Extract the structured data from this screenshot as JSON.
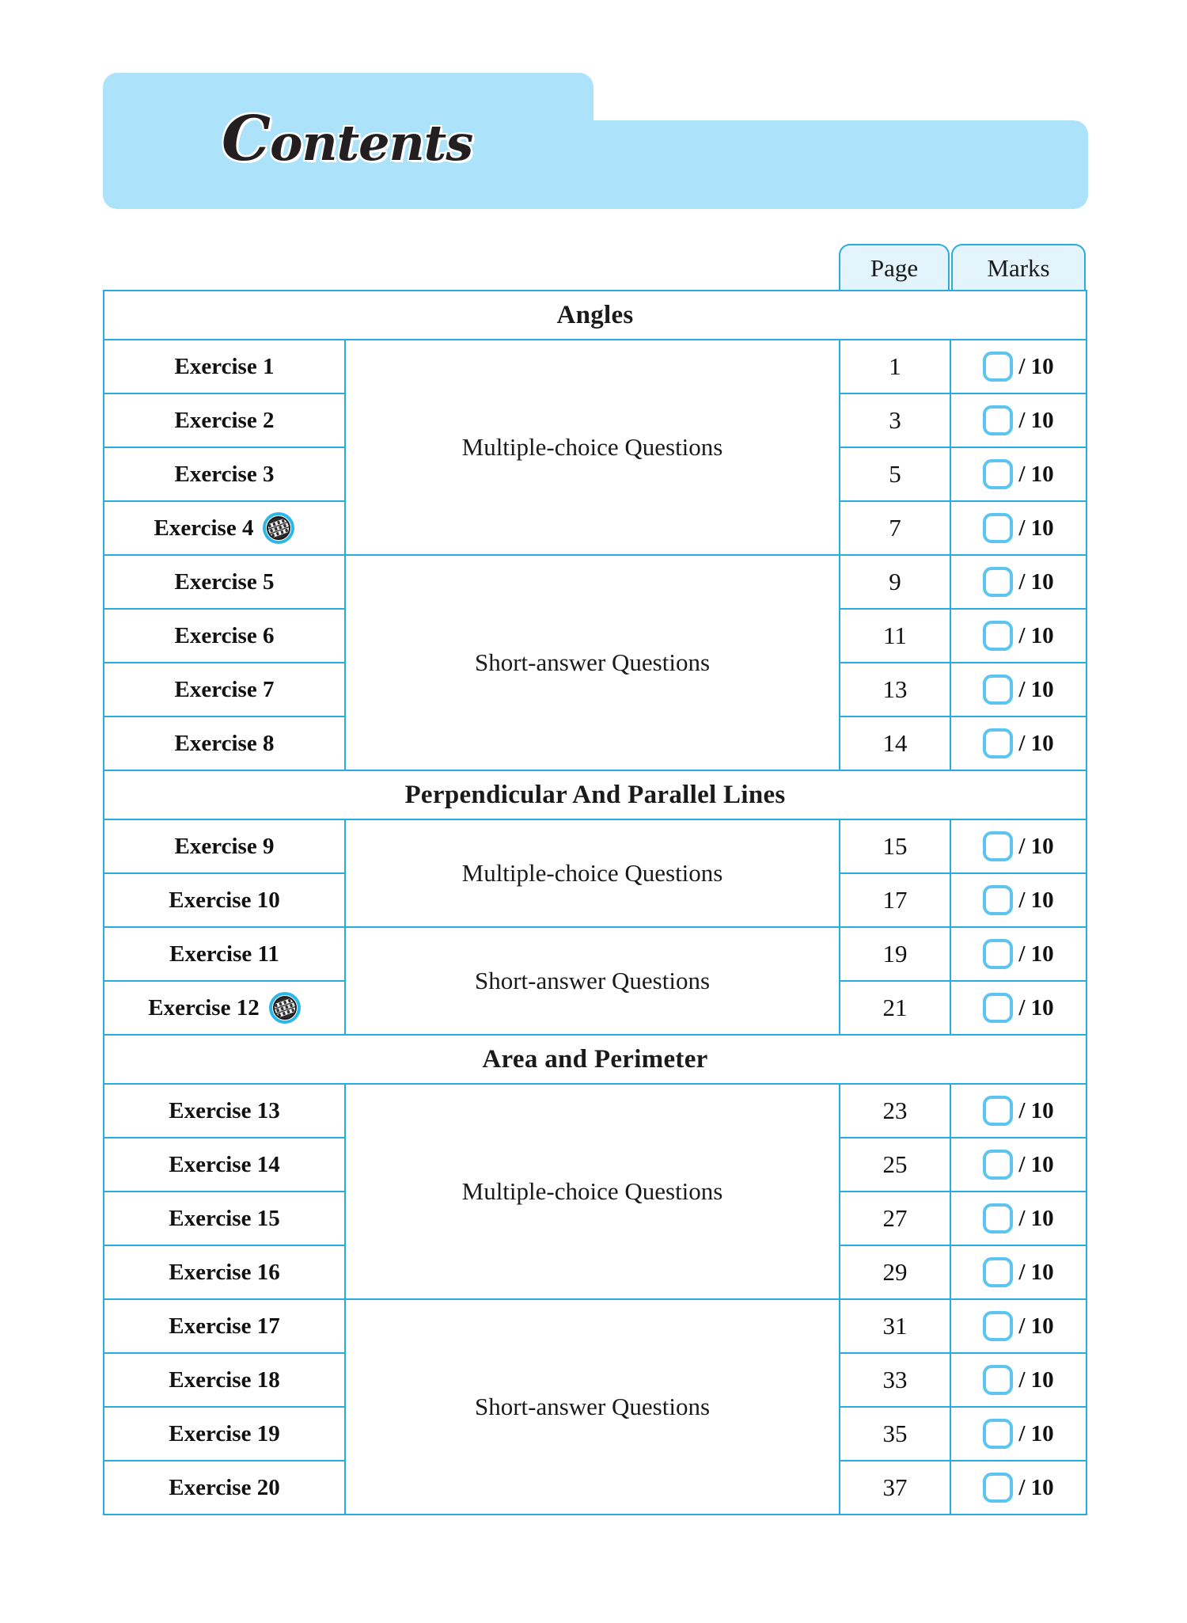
{
  "page": {
    "title": "Contents",
    "accent_color": "#29abe2",
    "tab_color": "#ade3fa",
    "section_header_bg": "#e3f4fc",
    "mark_box_color": "#5cc4ee"
  },
  "columns": {
    "page_label": "Page",
    "marks_label": "Marks"
  },
  "icons": {
    "video": "video-film-icon"
  },
  "sections": [
    {
      "title": "Angles",
      "groups": [
        {
          "type": "Multiple-choice Questions",
          "rows": [
            {
              "exercise": "Exercise 1",
              "page": "1",
              "marks": "/ 10",
              "icon": false
            },
            {
              "exercise": "Exercise 2",
              "page": "3",
              "marks": "/ 10",
              "icon": false
            },
            {
              "exercise": "Exercise 3",
              "page": "5",
              "marks": "/ 10",
              "icon": false
            },
            {
              "exercise": "Exercise 4",
              "page": "7",
              "marks": "/ 10",
              "icon": true
            }
          ]
        },
        {
          "type": "Short-answer Questions",
          "rows": [
            {
              "exercise": "Exercise 5",
              "page": "9",
              "marks": "/ 10",
              "icon": false
            },
            {
              "exercise": "Exercise 6",
              "page": "11",
              "marks": "/ 10",
              "icon": false
            },
            {
              "exercise": "Exercise 7",
              "page": "13",
              "marks": "/ 10",
              "icon": false
            },
            {
              "exercise": "Exercise 8",
              "page": "14",
              "marks": "/ 10",
              "icon": false
            }
          ]
        }
      ]
    },
    {
      "title": "Perpendicular And Parallel Lines",
      "groups": [
        {
          "type": "Multiple-choice Questions",
          "rows": [
            {
              "exercise": "Exercise 9",
              "page": "15",
              "marks": "/ 10",
              "icon": false
            },
            {
              "exercise": "Exercise 10",
              "page": "17",
              "marks": "/ 10",
              "icon": false
            }
          ]
        },
        {
          "type": "Short-answer Questions",
          "rows": [
            {
              "exercise": "Exercise 11",
              "page": "19",
              "marks": "/ 10",
              "icon": false
            },
            {
              "exercise": "Exercise 12",
              "page": "21",
              "marks": "/ 10",
              "icon": true
            }
          ]
        }
      ]
    },
    {
      "title": "Area and Perimeter",
      "groups": [
        {
          "type": "Multiple-choice Questions",
          "rows": [
            {
              "exercise": "Exercise 13",
              "page": "23",
              "marks": "/ 10",
              "icon": false
            },
            {
              "exercise": "Exercise 14",
              "page": "25",
              "marks": "/ 10",
              "icon": false
            },
            {
              "exercise": "Exercise 15",
              "page": "27",
              "marks": "/ 10",
              "icon": false
            },
            {
              "exercise": "Exercise 16",
              "page": "29",
              "marks": "/ 10",
              "icon": false
            }
          ]
        },
        {
          "type": "Short-answer Questions",
          "rows": [
            {
              "exercise": "Exercise 17",
              "page": "31",
              "marks": "/ 10",
              "icon": false
            },
            {
              "exercise": "Exercise 18",
              "page": "33",
              "marks": "/ 10",
              "icon": false
            },
            {
              "exercise": "Exercise 19",
              "page": "35",
              "marks": "/ 10",
              "icon": false
            },
            {
              "exercise": "Exercise 20",
              "page": "37",
              "marks": "/ 10",
              "icon": false
            }
          ]
        }
      ]
    }
  ]
}
